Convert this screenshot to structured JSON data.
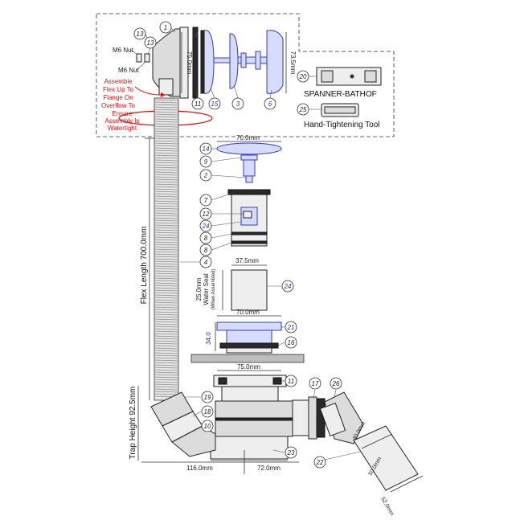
{
  "diagram": {
    "dimensions": {
      "overflow_height": "75.0mm",
      "overflow_depth": "73.5mm",
      "plug_diameter": "70.0mm",
      "seal_width": "37.5mm",
      "water_seal_value": "25.0mm",
      "water_seal_label": "Water Seal",
      "water_seal_note": "(When Assembled)",
      "waste_diameter": "70.0mm",
      "waste_height": "34.0",
      "trap_width": "75.0mm",
      "flex_length": "Flex Length 700.0mm",
      "trap_height": "Trap Height 92.5mm",
      "offset_left": "116.0mm",
      "offset_right": "72.0mm",
      "outlet_a": "40.0mm",
      "outlet_b": "50.0mm",
      "outlet_c": "52.0mm"
    },
    "labels": {
      "m6_nut_1": "M6 Nut",
      "m6_nut_2": "M6 Nut",
      "note_line1": "Assemble",
      "note_line2": "Flex Up To",
      "note_line3": "Flange On",
      "note_line4": "Overflow To",
      "note_line5": "Ensure",
      "note_line6": "Assembly Is",
      "note_line7": "Watertight",
      "spanner": "SPANNER-BATHOF",
      "hand_tool": "Hand-Tightening Tool"
    },
    "balloons": {
      "b13a": "13",
      "b13b": "13",
      "b1": "1",
      "b11a": "11",
      "b15": "15",
      "b3": "3",
      "b6": "6",
      "b20": "20",
      "b25": "25",
      "b14": "14",
      "b9": "9",
      "b2": "2",
      "b7": "7",
      "b12": "12",
      "b24a": "24",
      "b8a": "8",
      "b8b": "8",
      "b4": "4",
      "b24b": "24",
      "b21": "21",
      "b16": "16",
      "b11b": "11",
      "b17": "17",
      "b26": "26",
      "b19": "19",
      "b18": "18",
      "b10": "10",
      "b23": "23",
      "b22": "22"
    }
  }
}
